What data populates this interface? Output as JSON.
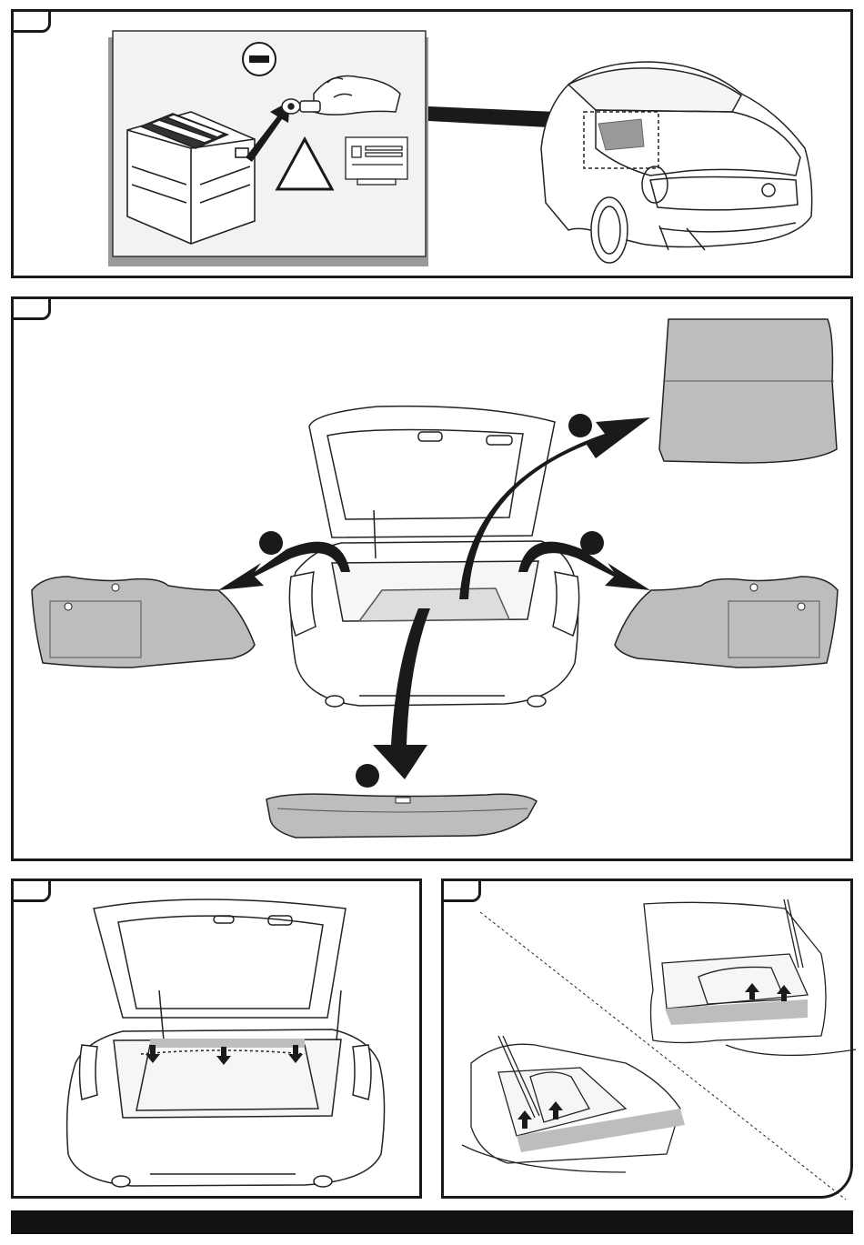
{
  "document": {
    "panels": [
      {
        "id": "panel-1",
        "tab_label": ""
      },
      {
        "id": "panel-2",
        "tab_label": ""
      },
      {
        "id": "panel-3",
        "tab_label": ""
      },
      {
        "id": "panel-4",
        "tab_label": ""
      }
    ]
  },
  "colors": {
    "frame": "#1a1a1a",
    "part_fill": "#bdbdbd",
    "inset_bg": "#f0f0f0"
  },
  "icons": [
    "minus-sign-icon",
    "warning-triangle-icon",
    "radio-code-icon",
    "removal-arrow-icon",
    "step-bullet-icon"
  ]
}
